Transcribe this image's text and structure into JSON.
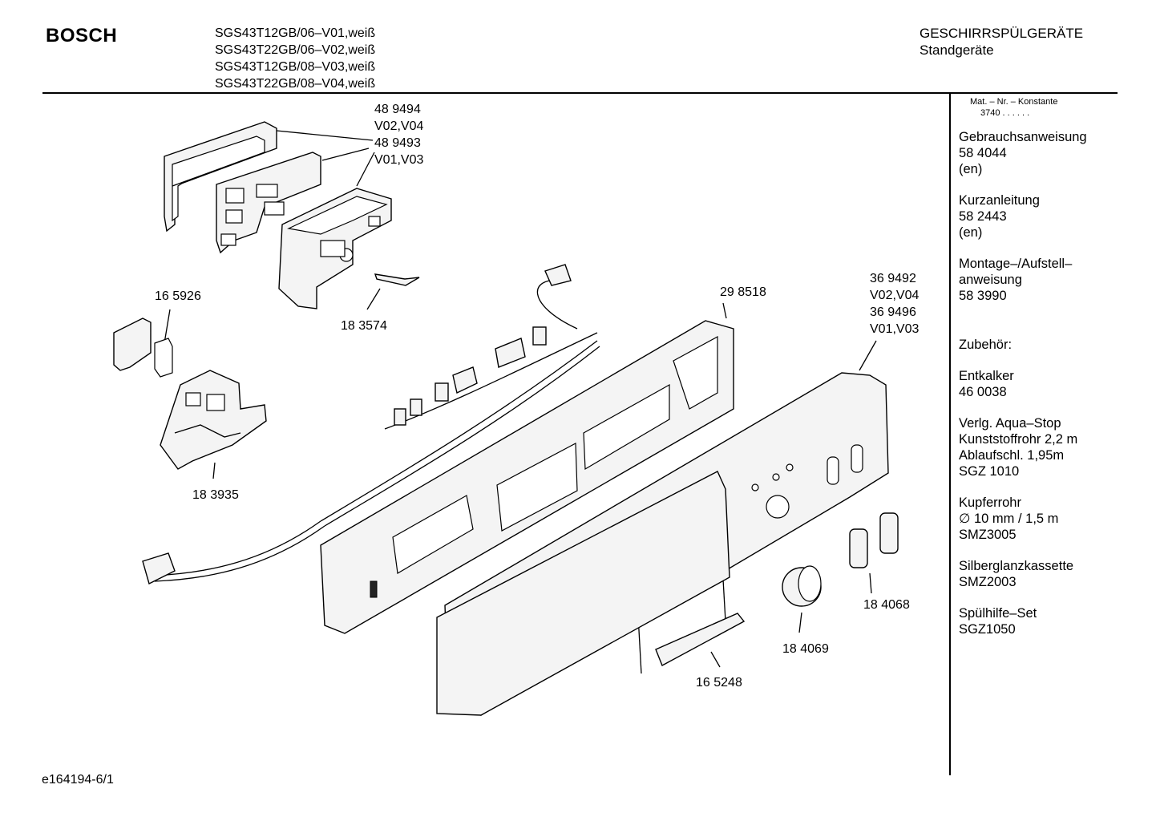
{
  "header": {
    "brand": "BOSCH",
    "models": [
      "SGS43T12GB/06–V01,weiß",
      "SGS43T22GB/06–V02,weiß",
      "SGS43T12GB/08–V03,weiß",
      "SGS43T22GB/08–V04,weiß"
    ],
    "category": "GESCHIRRSPÜLGERÄTE",
    "subcategory": "Standgeräte"
  },
  "sidebar": {
    "mat_header": "Mat. – Nr. – Konstante",
    "mat_value": "3740 . . . . . .",
    "blocks": [
      {
        "lines": [
          "Gebrauchsanweisung",
          "58 4044",
          "(en)"
        ]
      },
      {
        "lines": [
          "Kurzanleitung",
          "58 2443",
          "(en)"
        ]
      },
      {
        "lines": [
          "Montage–/Aufstell–",
          "anweisung",
          "58 3990"
        ]
      },
      {
        "lines": [
          "Zubehör:"
        ]
      },
      {
        "lines": [
          "Entkalker",
          "46 0038"
        ]
      },
      {
        "lines": [
          "Verlg. Aqua–Stop",
          "Kunststoffrohr 2,2 m",
          "Ablaufschl. 1,95m",
          "SGZ 1010"
        ]
      },
      {
        "lines": [
          "Kupferrohr",
          "∅ 10 mm / 1,5 m",
          "SMZ3005"
        ]
      },
      {
        "lines": [
          "Silberglanzkassette",
          "SMZ2003"
        ]
      },
      {
        "lines": [
          "Spülhilfe–Set",
          "SGZ1050"
        ]
      }
    ]
  },
  "parts": [
    {
      "lines": [
        "48 9494",
        "V02,V04",
        "48 9493",
        "V01,V03"
      ]
    },
    {
      "lines": [
        "16 5926"
      ]
    },
    {
      "lines": [
        "18 3574"
      ]
    },
    {
      "lines": [
        "29 8518"
      ]
    },
    {
      "lines": [
        "36 9492",
        "V02,V04",
        "36 9496",
        "V01,V03"
      ]
    },
    {
      "lines": [
        "18 3935"
      ]
    },
    {
      "lines": [
        "18 4068"
      ]
    },
    {
      "lines": [
        "18 4069"
      ]
    },
    {
      "lines": [
        "16 5248"
      ]
    }
  ],
  "footer": {
    "diagram_id": "e164194-6/1"
  }
}
